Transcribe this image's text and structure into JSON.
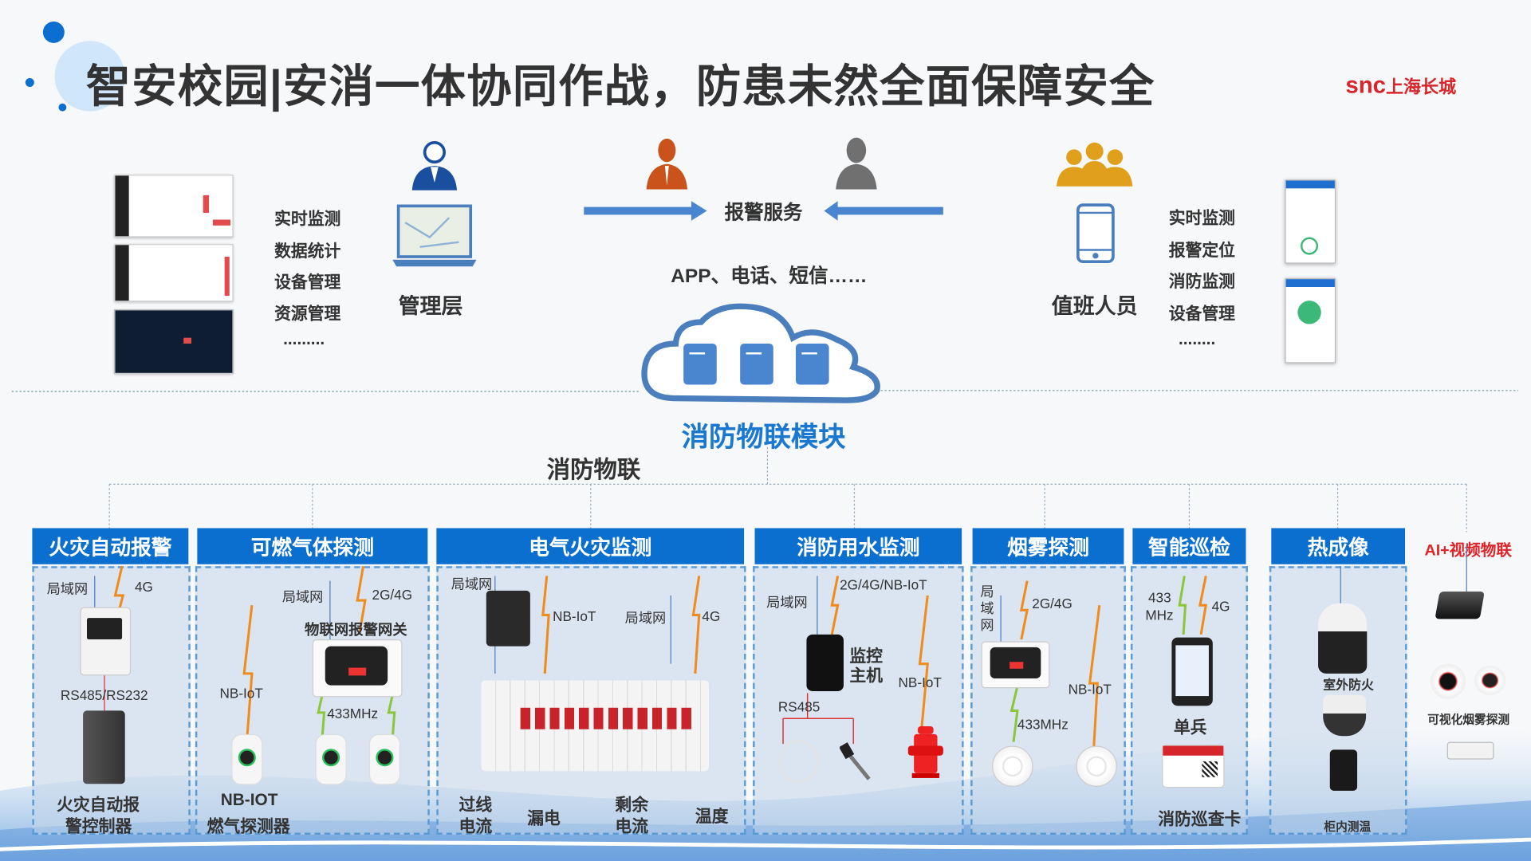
{
  "title": "智安校园|安消一体协同作战，防患未然全面保障安全",
  "logo": {
    "brand": "snc",
    "name": "上海长城"
  },
  "management": {
    "items": [
      "实时监测",
      "数据统计",
      "设备管理",
      "资源管理"
    ],
    "ellipsis": ".........",
    "label": "管理层"
  },
  "alarm": {
    "label": "报警服务",
    "channels": "APP、电话、短信……"
  },
  "duty": {
    "label": "值班人员",
    "items": [
      "实时监测",
      "报警定位",
      "消防监测",
      "设备管理"
    ],
    "ellipsis": "........"
  },
  "cloud_label": "消防物联模块",
  "iot_label": "消防物联",
  "panels": [
    {
      "title": "火灾自动报警",
      "labels": [
        "局域网",
        "4G",
        "RS485/RS232",
        "火灾自动报",
        "警控制器"
      ]
    },
    {
      "title": "可燃气体探测",
      "labels": [
        "局域网",
        "2G/4G",
        "物联网报警网关",
        "NB-IoT",
        "433MHz",
        "NB-IOT",
        "燃气探测器"
      ]
    },
    {
      "title": "电气火灾监测",
      "labels": [
        "局域网",
        "NB-IoT",
        "局域网",
        "4G",
        "过线",
        "电流",
        "漏电",
        "剩余",
        "电流",
        "温度"
      ]
    },
    {
      "title": "消防用水监测",
      "labels": [
        "局域网",
        "2G/4G/NB-IoT",
        "监控",
        "主机",
        "NB-IoT",
        "RS485"
      ]
    },
    {
      "title": "烟雾探测",
      "labels": [
        "局",
        "域",
        "网",
        "2G/4G",
        "NB-IoT",
        "433MHz"
      ]
    },
    {
      "title": "智能巡检",
      "labels": [
        "433",
        "MHz",
        "4G",
        "单兵",
        "消防巡查卡"
      ]
    },
    {
      "title": "热成像",
      "labels": [
        "室外防火",
        "柜内测温"
      ]
    }
  ],
  "ai": {
    "title": "AI+视频物联",
    "caption": "可视化烟雾探测"
  },
  "colors": {
    "primary": "#0b6fcf",
    "accent_red": "#d7262b",
    "bolt": "#f08c1e",
    "bolt_green": "#8cc63f"
  }
}
